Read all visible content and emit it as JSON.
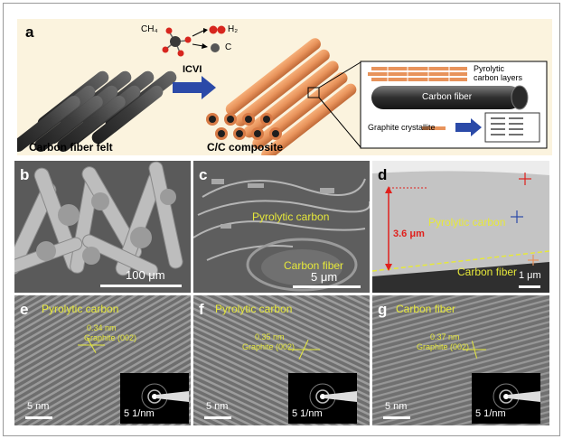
{
  "panel_a": {
    "letter": "a",
    "ch4": "CH₄",
    "h2": "H₂",
    "c": "C",
    "icvi": "ICVI",
    "felt_label": "Carbon fiber felt",
    "composite_label": "C/C composite",
    "pyrolytic_layers_1": "Pyrolytic",
    "pyrolytic_layers_2": "carbon layers",
    "carbon_fiber": "Carbon fiber",
    "graphite_crystallite": "Graphite crystallite"
  },
  "panel_b": {
    "letter": "b",
    "scale": "100 μm"
  },
  "panel_c": {
    "letter": "c",
    "pyrolytic": "Pyrolytic carbon",
    "fiber": "Carbon fiber",
    "scale": "5 μm"
  },
  "panel_d": {
    "letter": "d",
    "thickness": "3.6 μm",
    "pyrolytic": "Pyrolytic carbon",
    "fiber": "Carbon fiber",
    "scale": "1 μm"
  },
  "panel_e": {
    "letter": "e",
    "title": "Pyrolytic carbon",
    "spacing": "0.34 nm",
    "plane": "Graphite (002)",
    "scale": "5 nm",
    "inset_scale": "5 1/nm"
  },
  "panel_f": {
    "letter": "f",
    "title": "Pyrolytic carbon",
    "spacing": "0.35 nm",
    "plane": "Graphite (002)",
    "scale": "5 nm",
    "inset_scale": "5 1/nm"
  },
  "panel_g": {
    "letter": "g",
    "title": "Carbon fiber",
    "spacing": "0.37 nm",
    "plane": "Graphite (002)",
    "scale": "5 nm",
    "inset_scale": "5 1/nm"
  },
  "colors": {
    "panel_a_bg": "#fbf3de",
    "label_yellow": "#e6e83a",
    "fiber_orange": "#e8935b",
    "arrow_blue": "#2b4aa8",
    "annotation_red": "#e0201c"
  }
}
